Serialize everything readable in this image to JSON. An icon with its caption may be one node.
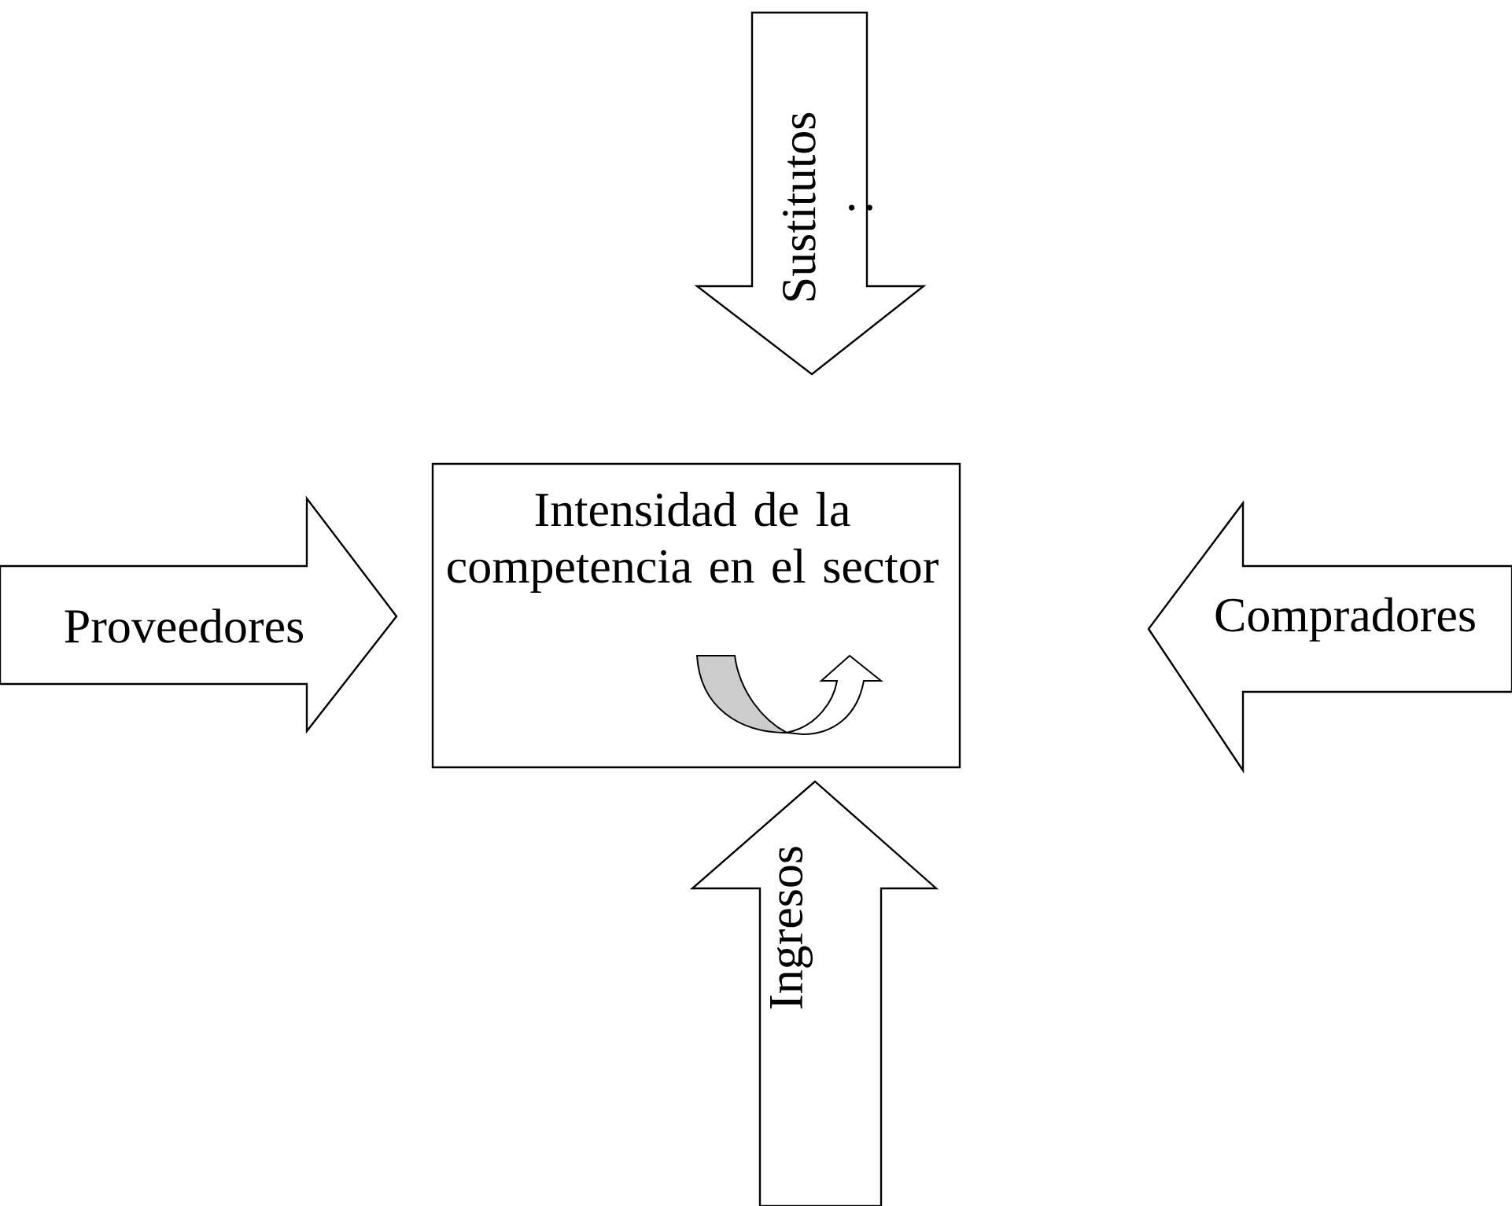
{
  "diagram": {
    "nodes": [
      {
        "text": [
          "Intensidad de la competencia en el sector"
        ]
      },
      {
        "text": [
          "Sustitutos :"
        ]
      },
      {
        "text": [
          "Proveedores"
        ]
      },
      {
        "text": [
          "Compradores"
        ]
      },
      {
        "text": [
          "Ingresos"
        ]
      }
    ]
  }
}
